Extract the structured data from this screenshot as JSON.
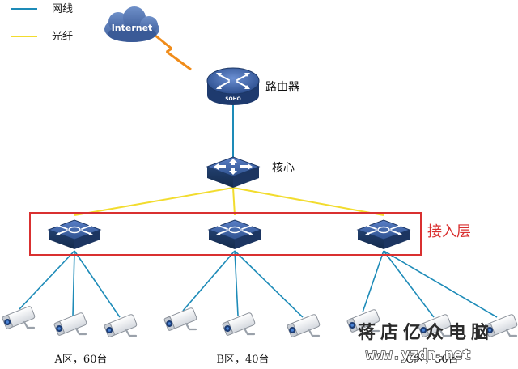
{
  "legend": {
    "items": [
      {
        "label": "网线",
        "color": "#1d8bb8"
      },
      {
        "label": "光纤",
        "color": "#f2dc2e"
      }
    ]
  },
  "nodes": {
    "internet": "Internet",
    "router": "路由器",
    "router_badge": "SOHO",
    "core": "核心",
    "access_layer": "接入层"
  },
  "groups": [
    {
      "label": "A区，60台"
    },
    {
      "label": "B区，40台"
    },
    {
      "label": "C区，50台"
    }
  ],
  "watermark": {
    "text": "蒋店亿众电脑",
    "url": "www.yzdn.net"
  },
  "colors": {
    "cable": "#1d8bb8",
    "fiber": "#f2dc2e",
    "device": "#2c4f8f",
    "highlight": "#d93030",
    "wan_link": "#f08c1a"
  }
}
